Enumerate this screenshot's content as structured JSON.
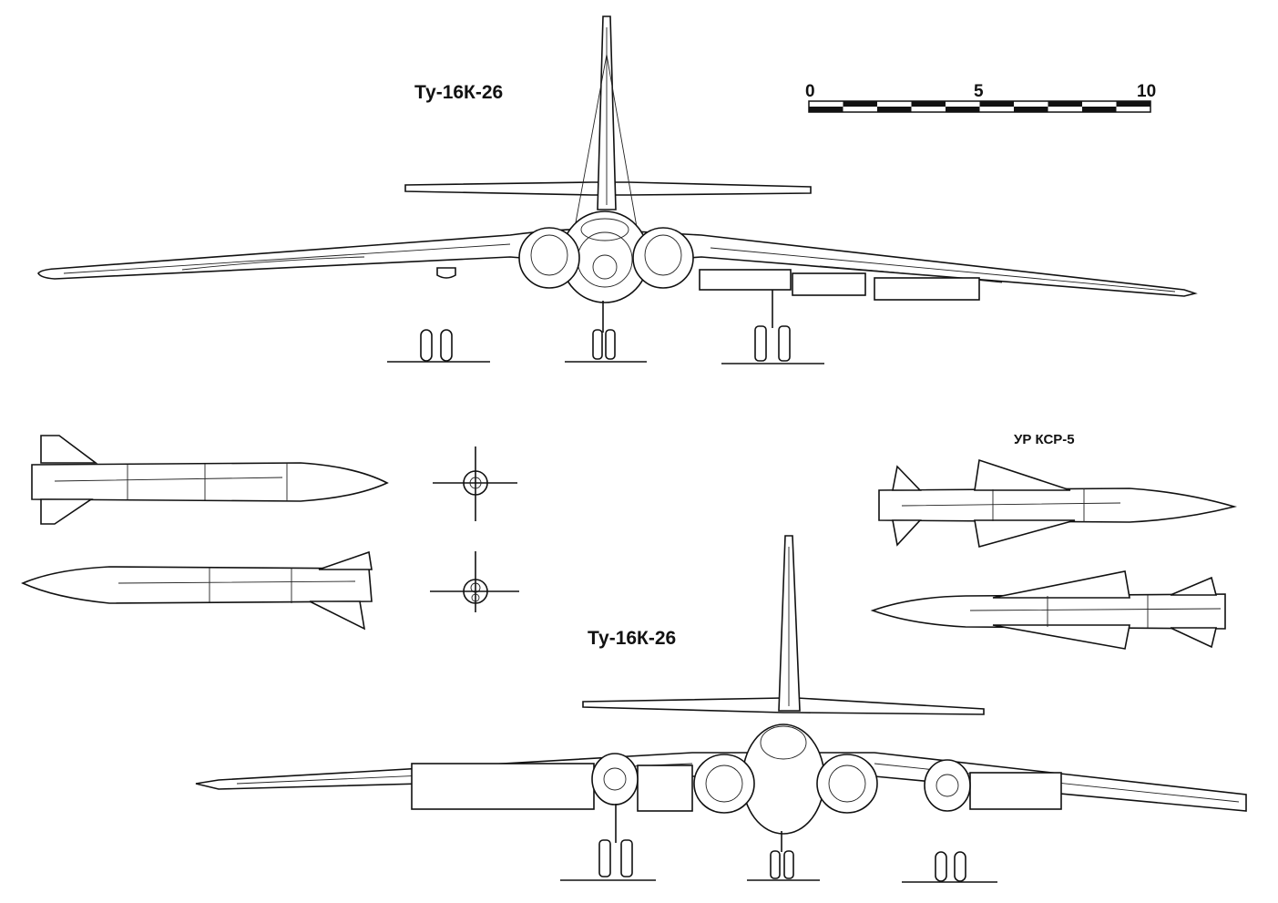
{
  "title_top": "Ту-16К-26",
  "title_bottom": "Ту-16К-26",
  "missile_label": "УР КСР-5",
  "scale": {
    "start": "0",
    "mid": "5",
    "end": "10",
    "segments": 10
  }
}
